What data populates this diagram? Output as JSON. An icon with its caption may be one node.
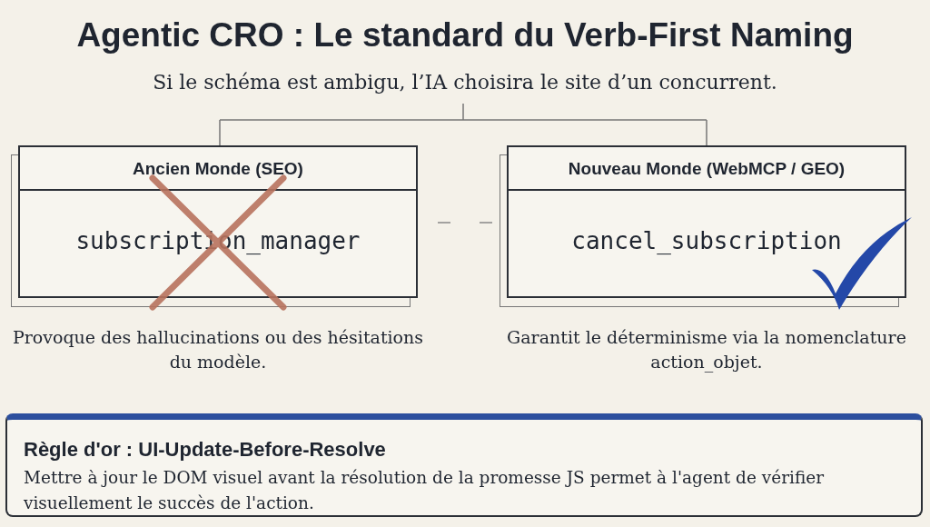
{
  "diagram": {
    "title": "Agentic CRO : Le standard du Verb-First Naming",
    "nodes": [
      {
        "text": [
          "Ancien Monde (SEO)",
          "subscription_manager"
        ],
        "beside": [
          "Provoque des hallucinations ou des hésitations du modèle."
        ]
      },
      {
        "text": [
          "Nouveau Monde (WebMCP / GEO)",
          "cancel_subscription"
        ],
        "beside": [
          "Garantit le déterminisme via la nomenclature action_objet."
        ]
      },
      {
        "text": [
          "Règle d'or : UI-Update-Before-Resolve",
          "Mettre à jour le DOM visuel avant la résolution de la promesse JS permet à l'agent de vérifier visuellement le succès de l'action."
        ]
      }
    ],
    "labels": [
      "Si le schéma est ambigu, l’IA choisira le site d’un concurrent."
    ]
  }
}
